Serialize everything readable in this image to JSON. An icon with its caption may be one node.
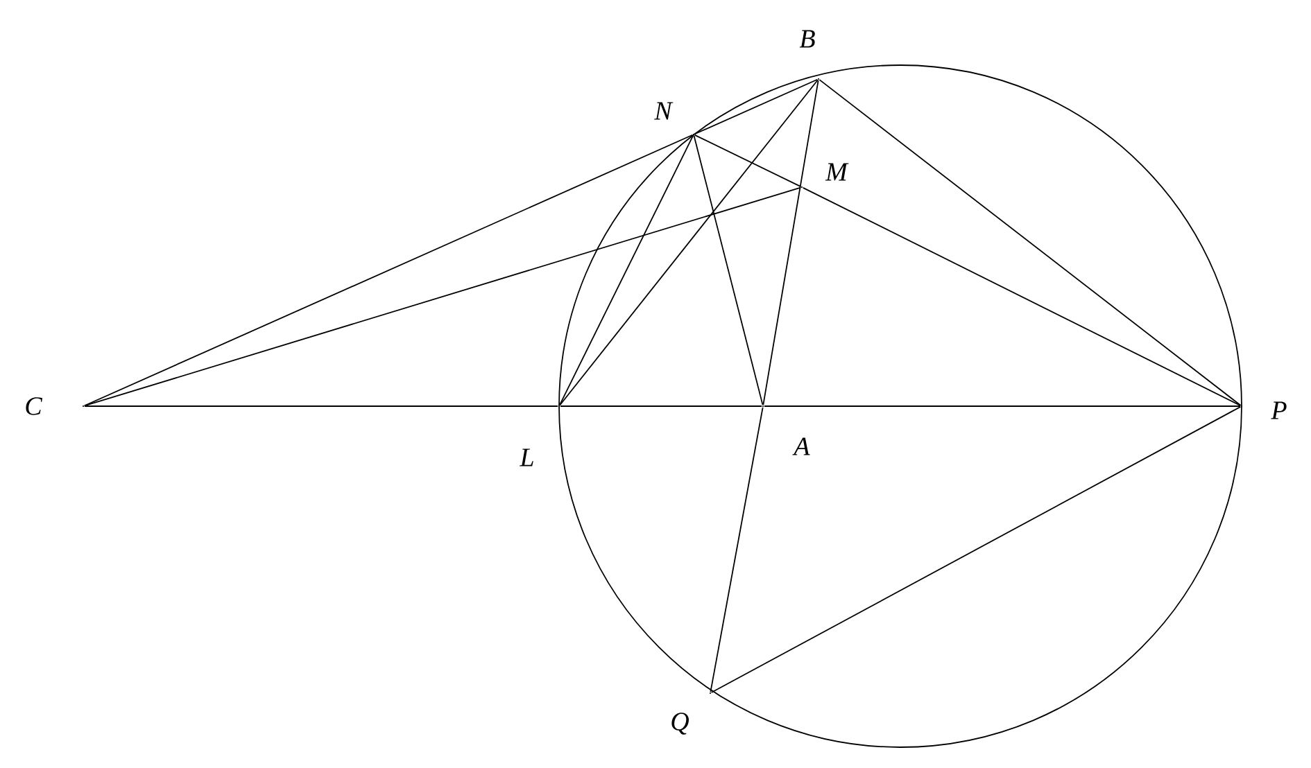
{
  "diagram": {
    "nodes": [
      {
        "text": [],
        "shape": "point",
        "beside": [
          "B"
        ]
      },
      {
        "text": [],
        "shape": "point",
        "beside": [
          "N"
        ]
      },
      {
        "text": [],
        "shape": "point",
        "beside": [
          "M"
        ]
      },
      {
        "text": [],
        "shape": "point",
        "beside": [
          "C"
        ]
      },
      {
        "text": [],
        "shape": "point",
        "beside": [
          "L"
        ]
      },
      {
        "text": [],
        "shape": "point",
        "beside": [
          "A"
        ]
      },
      {
        "text": [],
        "shape": "point",
        "beside": [
          "P"
        ]
      },
      {
        "text": [],
        "shape": "point",
        "beside": [
          "Q"
        ]
      }
    ],
    "edges": [
      {
        "from": 3,
        "to": 1,
        "arrow": "none"
      },
      {
        "from": 1,
        "to": 0,
        "arrow": "none"
      },
      {
        "from": 3,
        "to": 2,
        "arrow": "none"
      },
      {
        "from": 3,
        "to": 4,
        "arrow": "none"
      },
      {
        "from": 4,
        "to": 5,
        "arrow": "none"
      },
      {
        "from": 5,
        "to": 6,
        "arrow": "none"
      },
      {
        "from": 4,
        "to": 1,
        "arrow": "none"
      },
      {
        "from": 4,
        "to": 0,
        "arrow": "none"
      },
      {
        "from": 1,
        "to": 5,
        "arrow": "none"
      },
      {
        "from": 1,
        "to": 2,
        "arrow": "none"
      },
      {
        "from": 2,
        "to": 6,
        "arrow": "none"
      },
      {
        "from": 0,
        "to": 5,
        "arrow": "none"
      },
      {
        "from": 5,
        "to": 7,
        "arrow": "none"
      },
      {
        "from": 0,
        "to": 6,
        "arrow": "none"
      },
      {
        "from": 7,
        "to": 6,
        "arrow": "none"
      }
    ]
  }
}
